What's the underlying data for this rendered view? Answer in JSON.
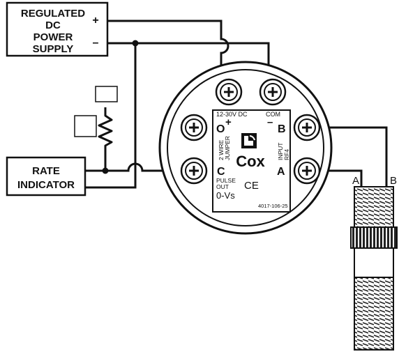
{
  "power_supply": {
    "line1": "REGULATED",
    "line2": "DC",
    "line3": "POWER",
    "line4": "SUPPLY",
    "plus": "+",
    "minus": "–"
  },
  "rate_indicator": {
    "line1": "RATE",
    "line2": "INDICATOR"
  },
  "transmitter": {
    "voltage": "12-30V DC",
    "com": "COM",
    "terminal_o": "O",
    "terminal_o_sign": "+",
    "terminal_b": "B",
    "terminal_b_sign": "–",
    "terminal_c": "C",
    "terminal_a": "A",
    "jumper_line1": "2 WIRE",
    "jumper_line2": "JUMPER",
    "input_line1": "INPUT",
    "input_line2": "RF4",
    "brand": "Cox",
    "pulse": "PULSE",
    "out": "OUT",
    "vs": "0-Vs",
    "ce": "CE",
    "part_no": "4017-106-25"
  },
  "sensor": {
    "lead_a": "A",
    "lead_b": "B"
  }
}
